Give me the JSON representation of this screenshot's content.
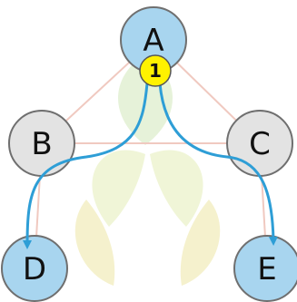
{
  "nodes": [
    {
      "id": "A",
      "label": "A",
      "color": "#a8d5ef"
    },
    {
      "id": "B",
      "label": "B",
      "color": "#e3e3e3"
    },
    {
      "id": "C",
      "label": "C",
      "color": "#e3e3e3"
    },
    {
      "id": "D",
      "label": "D",
      "color": "#a8d5ef"
    },
    {
      "id": "E",
      "label": "E",
      "color": "#a8d5ef"
    }
  ],
  "edges": [
    {
      "from": "A",
      "to": "B"
    },
    {
      "from": "A",
      "to": "C"
    },
    {
      "from": "B",
      "to": "C"
    },
    {
      "from": "B",
      "to": "D"
    },
    {
      "from": "C",
      "to": "E"
    }
  ],
  "badge": {
    "node": "A",
    "label": "1",
    "color": "#fff200"
  },
  "flow_arrows": [
    {
      "from": "A",
      "via": "B",
      "to": "D"
    },
    {
      "from": "A",
      "via": "C",
      "to": "E"
    }
  ],
  "colors": {
    "edge": "#f0c9c0",
    "arrow": "#2e9ed6",
    "node_stroke": "#6f6f6f",
    "watermark_green": "#d9ebc5",
    "watermark_yellow": "#f4f0c8"
  }
}
